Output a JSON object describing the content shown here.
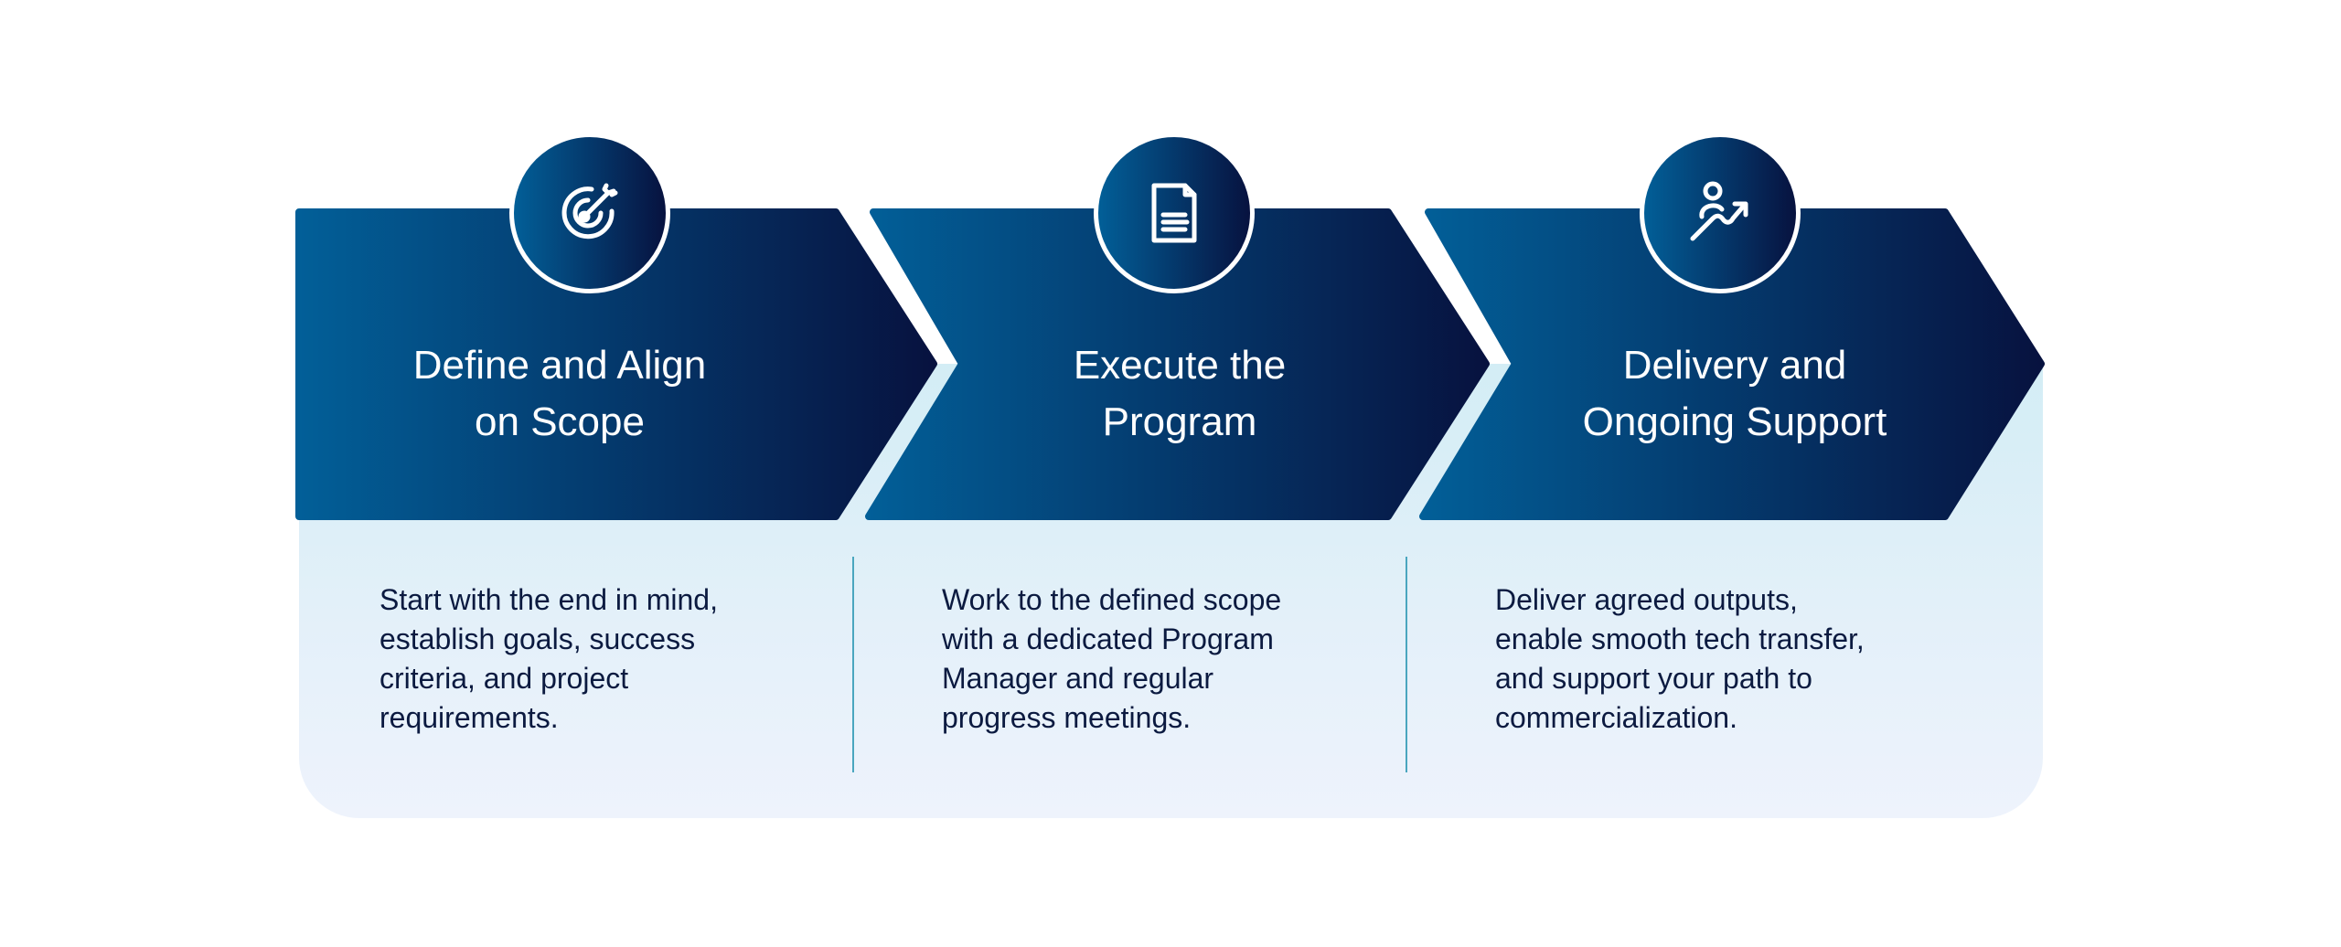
{
  "colors": {
    "gradient_start": "#025f98",
    "gradient_end": "#07123f",
    "panel_top": "#d3edf5",
    "panel_bottom": "#eef3fc",
    "text": "#0b1a40",
    "divider": "#4aa6bf"
  },
  "steps": [
    {
      "icon": "target-icon",
      "title_lines": [
        "Define and Align",
        "on Scope"
      ],
      "body_lines": [
        "Start with the end in mind,",
        "establish goals, success",
        "criteria, and project",
        "requirements."
      ]
    },
    {
      "icon": "document-icon",
      "title_lines": [
        "Execute the",
        "Program"
      ],
      "body_lines": [
        "Work to the defined scope",
        "with a dedicated Program",
        "Manager and regular",
        "progress meetings."
      ]
    },
    {
      "icon": "person-growth-icon",
      "title_lines": [
        "Delivery and",
        "Ongoing Support"
      ],
      "body_lines": [
        "Deliver agreed outputs,",
        "enable smooth tech transfer,",
        "and support your path to",
        "commercialization."
      ]
    }
  ]
}
